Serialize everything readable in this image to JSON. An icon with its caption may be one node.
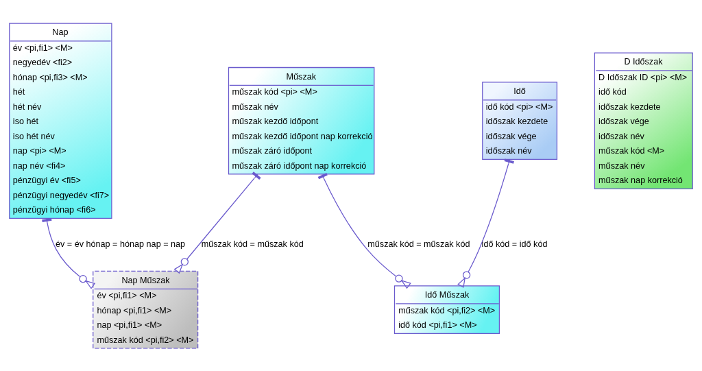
{
  "diagram": {
    "nodes": [
      {
        "text": [
          "Nap",
          "év <pi,fi1> <M>",
          "negyedév <fi2>",
          "hónap <pi,fi3> <M>",
          "hét",
          "hét név",
          "iso hét",
          "iso hét név",
          "nap <pi> <M>",
          "nap név <fi4>",
          "pénzügyi év <fi5>",
          "pénzügyi negyedév <fi7>",
          "pénzügyi hónap <fi6>"
        ]
      },
      {
        "text": [
          "Idő",
          "idő kód <pi> <M>",
          "időszak kezdete",
          "időszak vége",
          "időszak név"
        ]
      },
      {
        "text": [
          "D Időszak",
          "D Időszak ID <pi> <M>",
          "idő kód",
          "időszak kezdete",
          "időszak vége",
          "időszak név",
          "műszak kód <M>",
          "műszak név",
          "műszak nap korrekció"
        ]
      },
      {
        "text": [
          "Nap Műszak",
          "év <pi,fi1> <M>",
          "hónap <pi,fi1> <M>",
          "nap <pi,fi1> <M>",
          "műszak kód <pi,fi2> <M>"
        ]
      },
      {
        "text": [
          "Idő Műszak",
          "műszak kód <pi,fi2> <M>",
          "idő kód <pi,fi1> <M>"
        ]
      },
      {
        "text": [
          "Műszak",
          "műszak kód <pi> <M>",
          "műszak név",
          "műszak kezdő időpont",
          "műszak kezdő időpont nap korrekció",
          "műszak záró időpont",
          "műszak záró időpont nap korrekció"
        ]
      }
    ],
    "edges": [
      {
        "from": 0,
        "to": 3,
        "arrow": "other",
        "label": "év = év hónap = hónap nap = nap"
      },
      {
        "from": 1,
        "to": 4,
        "arrow": "other",
        "label": "idő kód = idő kód"
      },
      {
        "from": 5,
        "to": 4,
        "arrow": "other",
        "label": "műszak kód = műszak kód"
      },
      {
        "from": 5,
        "to": 3,
        "arrow": "other",
        "label": "műszak kód = műszak kód"
      }
    ]
  }
}
